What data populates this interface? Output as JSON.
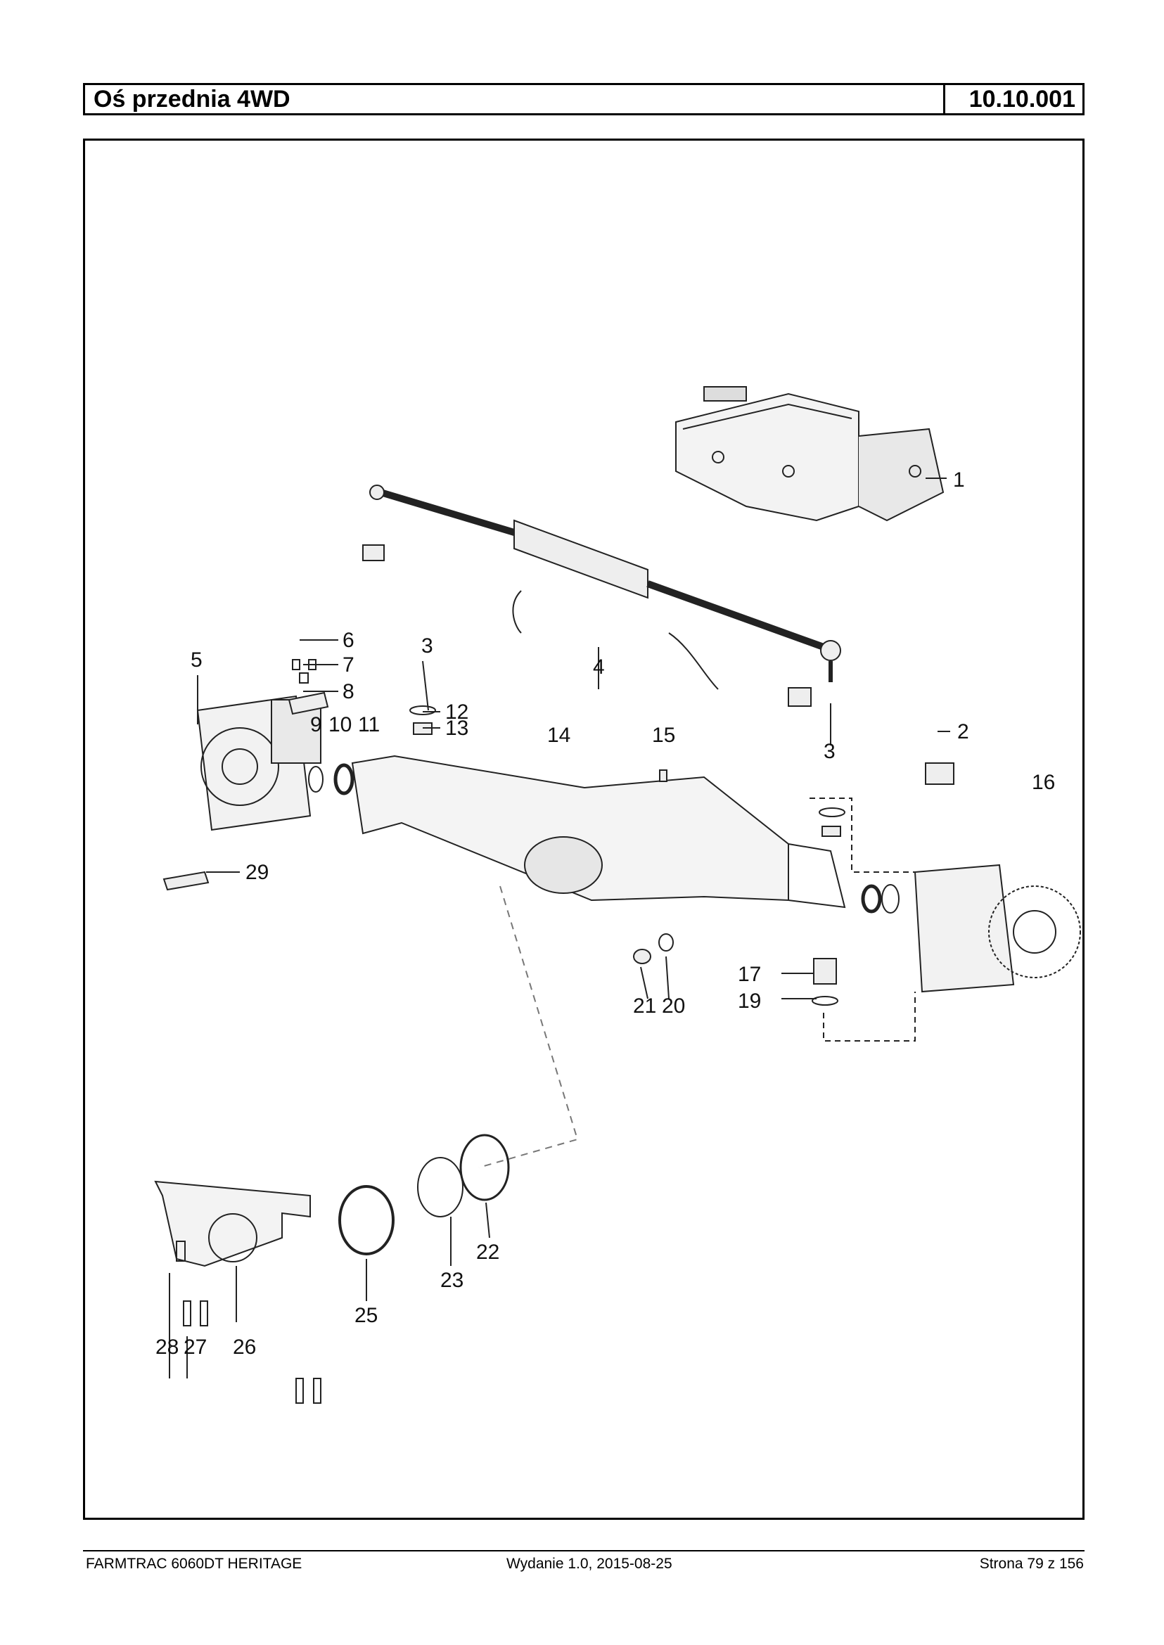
{
  "header": {
    "title": "Oś przednia 4WD",
    "code": "10.10.001"
  },
  "callouts": [
    "1",
    "2",
    "3",
    "3",
    "4",
    "5",
    "6",
    "7",
    "8",
    "9",
    "10",
    "11",
    "12",
    "13",
    "14",
    "15",
    "16",
    "17",
    "19",
    "20",
    "21",
    "22",
    "23",
    "25",
    "26",
    "27",
    "28",
    "29"
  ],
  "footer": {
    "left": "FARMTRAC 6060DT HERITAGE",
    "center": "Wydanie 1.0,  2015-08-25",
    "right": "Strona 79 z 156"
  }
}
